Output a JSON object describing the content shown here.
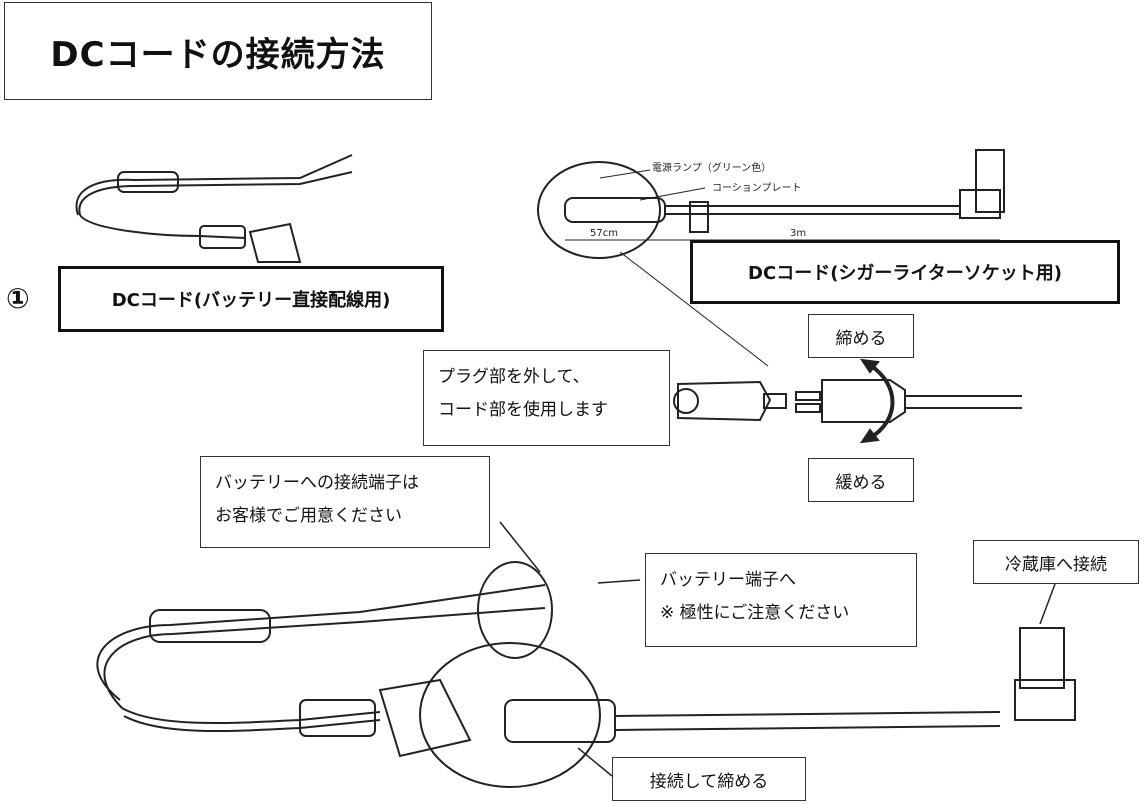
{
  "title": "DCコードの接続方法",
  "step_number": "①",
  "labels": {
    "direct_wiring": "DCコード(バッテリー直接配線用)",
    "cigar_socket": "DCコード(シガーライターソケット用)",
    "tighten": "締める",
    "loosen": "緩める",
    "plug_note_line1": "プラグ部を外して、",
    "plug_note_line2": "コード部を使用します",
    "terminal_note_line1": "バッテリーへの接続端子は",
    "terminal_note_line2": "お客様でご用意ください",
    "battery_note_line1": "バッテリー端子へ",
    "battery_note_line2": "※ 極性にご注意ください",
    "fridge": "冷蔵庫へ接続",
    "connect_tighten": "接続して締める"
  },
  "diagram_text": {
    "power_lamp": "電源ランプ（グリーン色）",
    "caution_plate": "コーションプレート",
    "dim_57": "57cm",
    "dim_3m": "3m"
  }
}
